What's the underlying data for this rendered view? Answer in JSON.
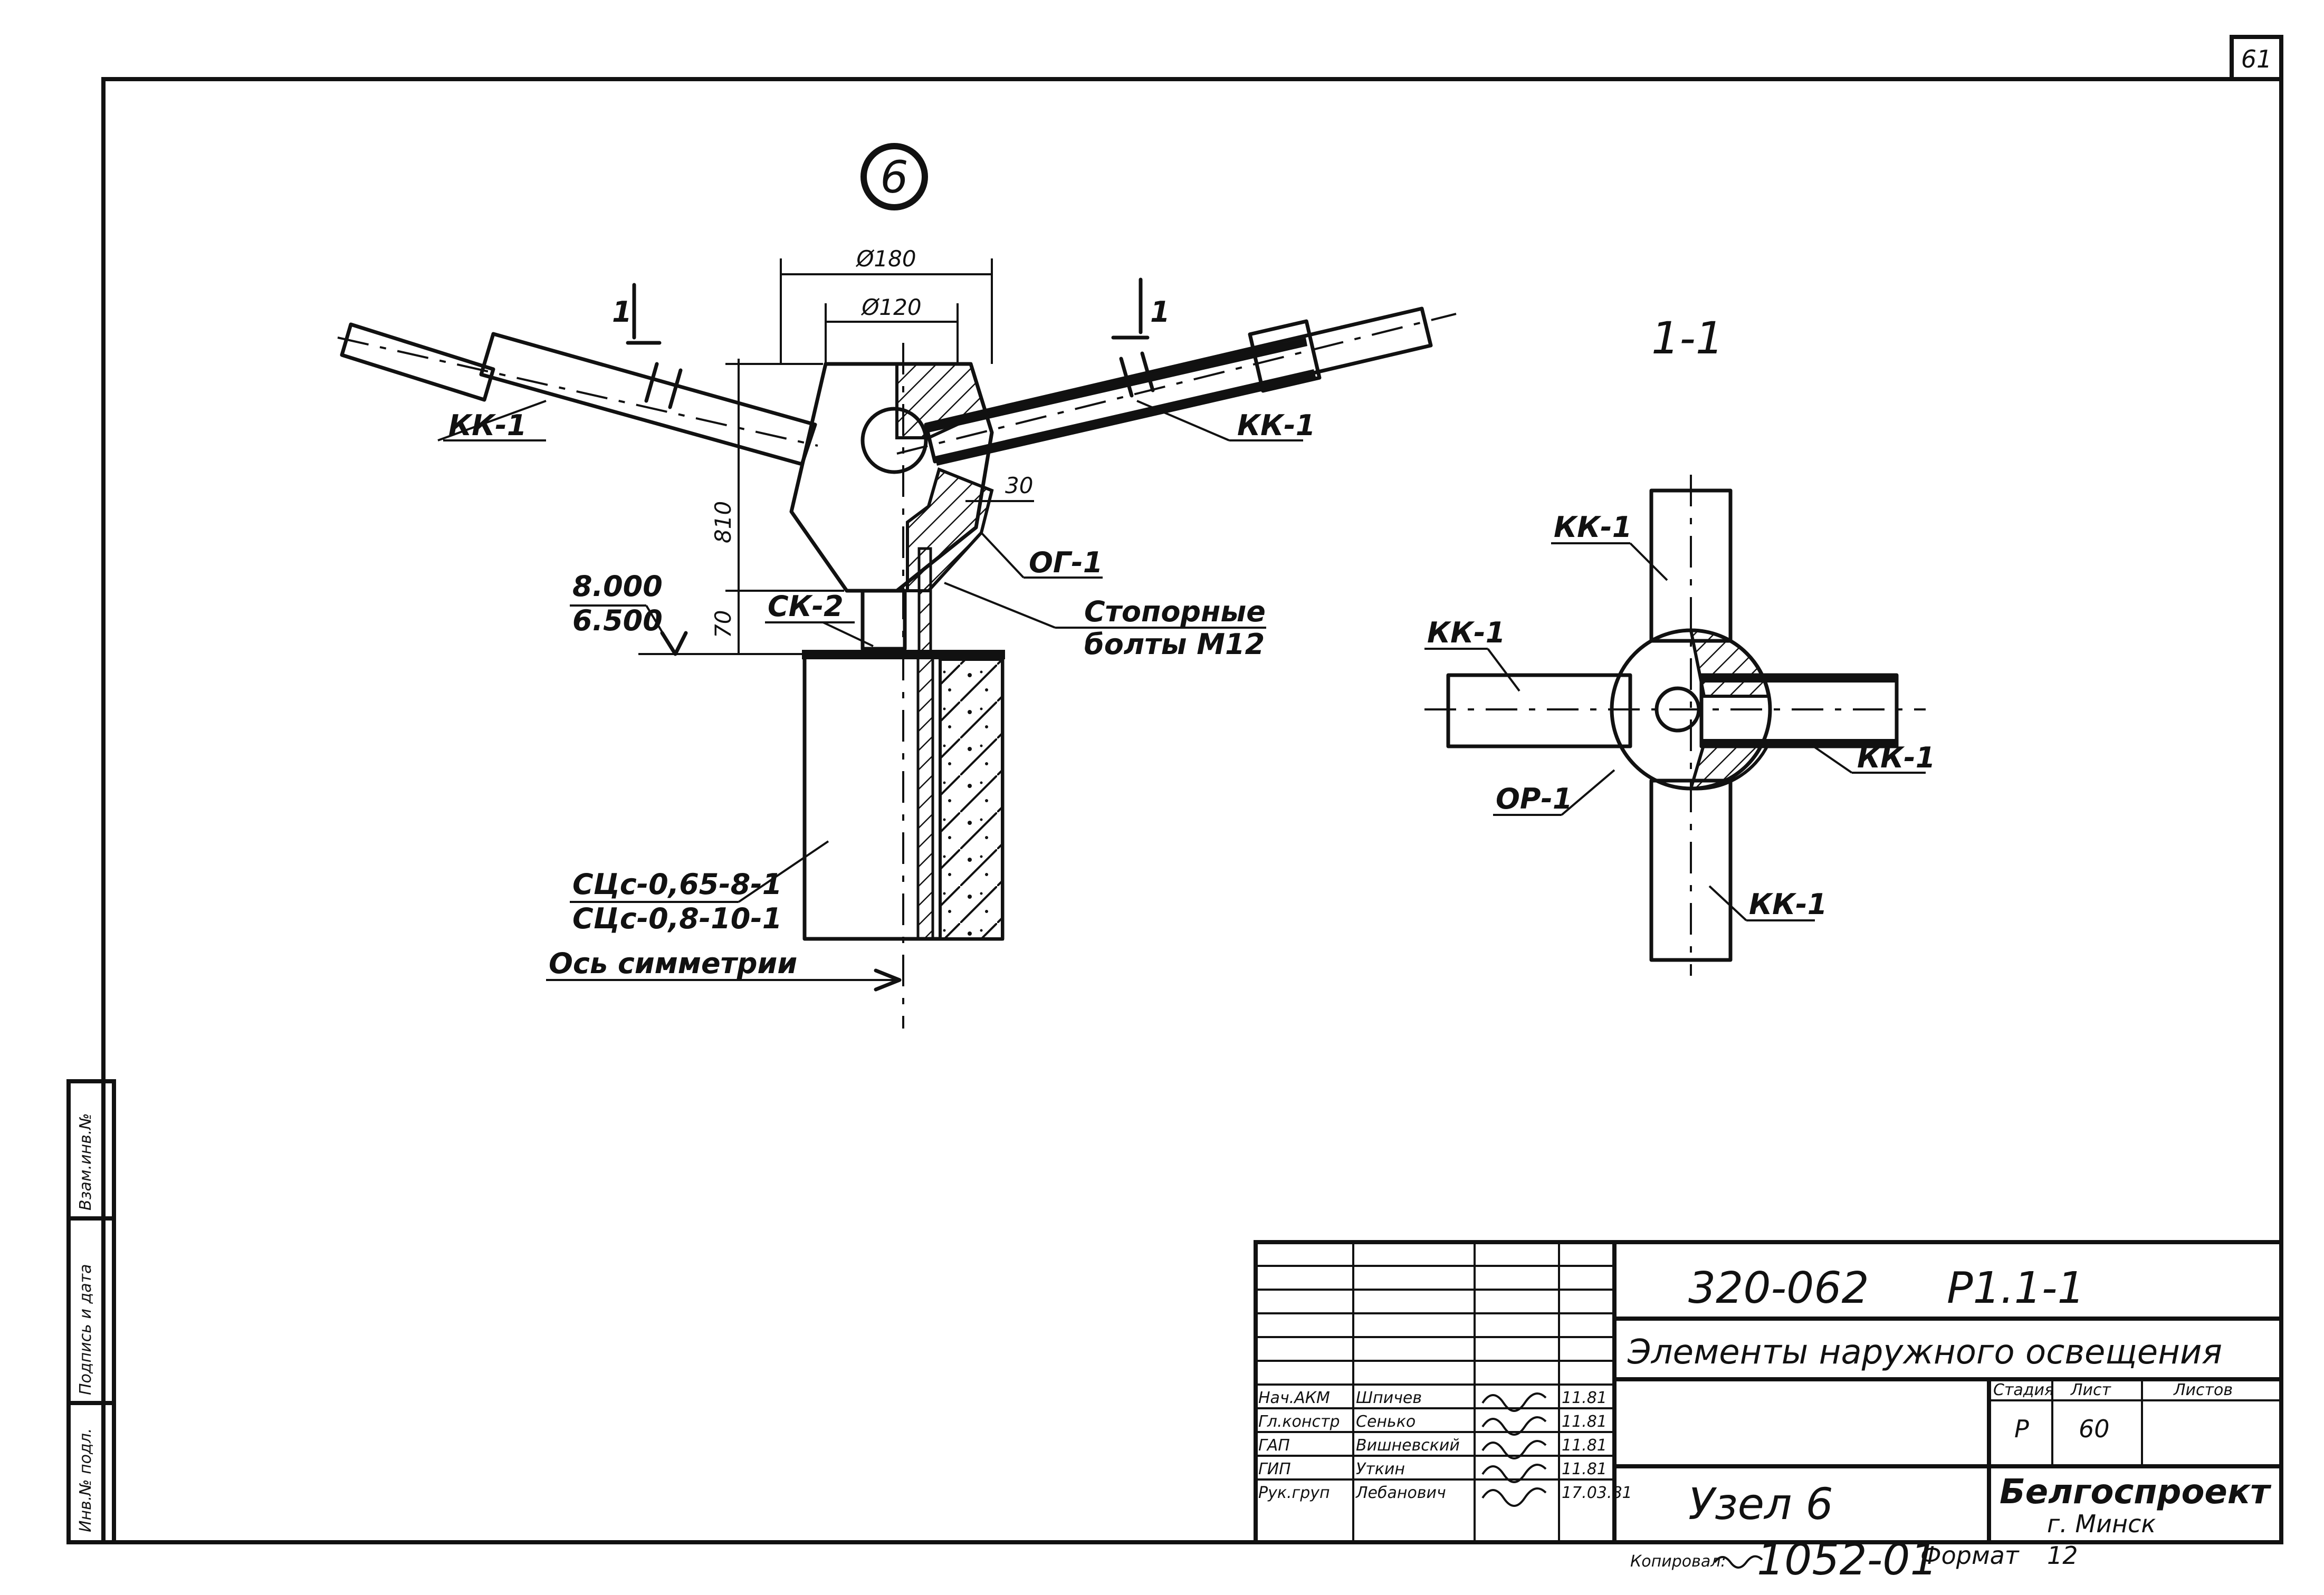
{
  "sheet": {
    "page_number": "61",
    "node_marker": "6",
    "section_title": "1-1"
  },
  "elevation": {
    "dim_d_outer": "Ø180",
    "dim_d_inner": "Ø120",
    "dim_height": "810",
    "dim_base": "70",
    "dim_chamfer": "30",
    "section_mark_left": "1",
    "section_mark_right": "1",
    "level_top": "8.000",
    "level_bottom": "6.500",
    "label_kk1_left": "КК-1",
    "label_kk1_right": "КК-1",
    "label_og1": "ОГ-1",
    "label_sk2": "СК-2",
    "label_bolts_line1": "Стопорные",
    "label_bolts_line2": "болты М12",
    "label_pole_line1": "СЦс-0,65-8-1",
    "label_pole_line2": "СЦс-0,8-10-1",
    "label_axis": "Ось симметрии"
  },
  "section": {
    "label_kk1_top": "КК-1",
    "label_kk1_left": "КК-1",
    "label_kk1_right": "КК-1",
    "label_kk1_bottom": "КК-1",
    "label_or1": "ОР-1"
  },
  "side_stamp": {
    "cells": [
      "Инв.№ подл.",
      "Подпись и дата",
      "Взам.инв.№"
    ]
  },
  "title_block": {
    "doc_code": "320-062",
    "sheet_code": "Р1.1-1",
    "project_title": "Элементы наружного освещения",
    "drawing_title": "Узел 6",
    "organization": "Белгоспроект",
    "city": "г. Минск",
    "stage_header": "Стадия",
    "sheet_header": "Лист",
    "sheets_header": "Листов",
    "stage_value": "Р",
    "sheet_value": "60",
    "sheets_value": "",
    "staff": [
      {
        "role": "Нач.АКМ",
        "name": "Шпичев",
        "date": "11.81"
      },
      {
        "role": "Гл.констр",
        "name": "Сенько",
        "date": "11.81"
      },
      {
        "role": "ГАП",
        "name": "Вишневский",
        "date": "11.81"
      },
      {
        "role": "ГИП",
        "name": "Уткин",
        "date": "11.81"
      },
      {
        "role": "Рук.груп",
        "name": "Лебанович",
        "date": "17.03.81"
      }
    ],
    "copied_label": "Копировал:",
    "inventory": "1052-01",
    "format_label": "Формат",
    "format_value": "12"
  }
}
